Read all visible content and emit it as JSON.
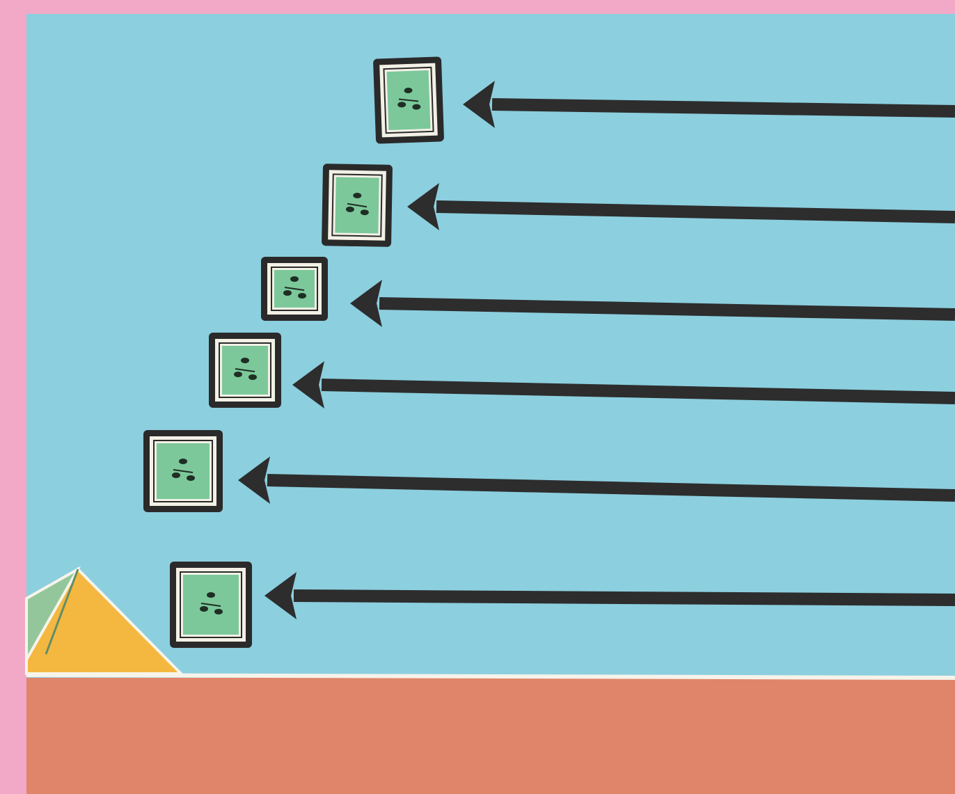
{
  "colors": {
    "page_border": "#f2a9c7",
    "sky": "#8ccfdf",
    "ground": "#e0856a",
    "ground_line": "#f6f3ea",
    "pyramid_front": "#f4b740",
    "pyramid_side": "#93c79b",
    "arrow": "#2d2d2d",
    "frame_outer": "#2a2a2a",
    "frame_mat": "#f3f1e6",
    "frame_face": "#7cc89a",
    "frame_mark": "#1f2e24"
  },
  "scene": {
    "sky_label": "sky-panel",
    "ground_label": "ground-panel"
  },
  "landmark": {
    "icon": "pyramid-icon"
  },
  "wave_icon": "framed-green-tile-icon",
  "rows": [
    {
      "id": 1,
      "direction": "left"
    },
    {
      "id": 2,
      "direction": "left"
    },
    {
      "id": 3,
      "direction": "left"
    },
    {
      "id": 4,
      "direction": "left"
    },
    {
      "id": 5,
      "direction": "left"
    },
    {
      "id": 6,
      "direction": "left"
    }
  ]
}
